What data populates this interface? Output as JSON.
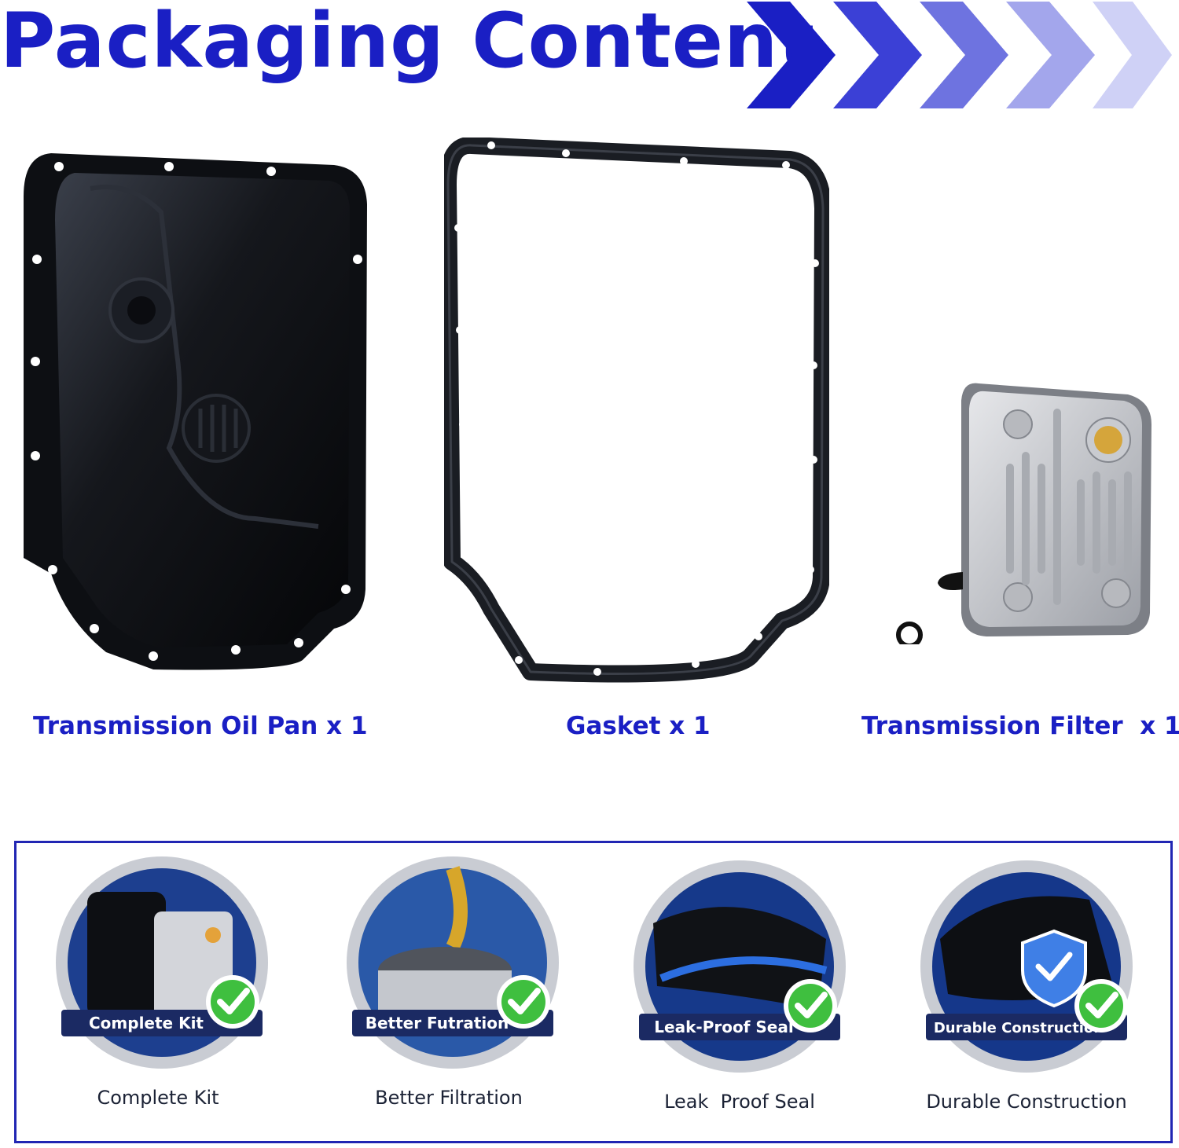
{
  "header": {
    "title": "Packaging Content",
    "chevron_colors": [
      "#1a1fc4",
      "#3b40d6",
      "#6e73e0",
      "#a3a6ec",
      "#cfd1f6"
    ]
  },
  "products": [
    {
      "label": "Transmission Oil Pan x 1",
      "icon": "oil-pan-image"
    },
    {
      "label": "Gasket x 1",
      "icon": "gasket-image"
    },
    {
      "label": "Transmission Filter  x 1",
      "icon": "filter-image"
    }
  ],
  "features": [
    {
      "badge_text": "Complete Kit",
      "caption": "Complete Kit",
      "icon": "check-icon"
    },
    {
      "badge_text": "Better Futration",
      "caption": "Better Filtration",
      "icon": "check-icon"
    },
    {
      "badge_text": "Leak-Proof Seal",
      "caption": "Leak  Proof Seal",
      "icon": "check-icon"
    },
    {
      "badge_text": "Durable Construction",
      "caption": "Durable Construction",
      "icon": "check-icon"
    }
  ],
  "colors": {
    "accent": "#1a1fc4",
    "badge_banner": "#1b2a63",
    "check": "#3fbf3f"
  }
}
